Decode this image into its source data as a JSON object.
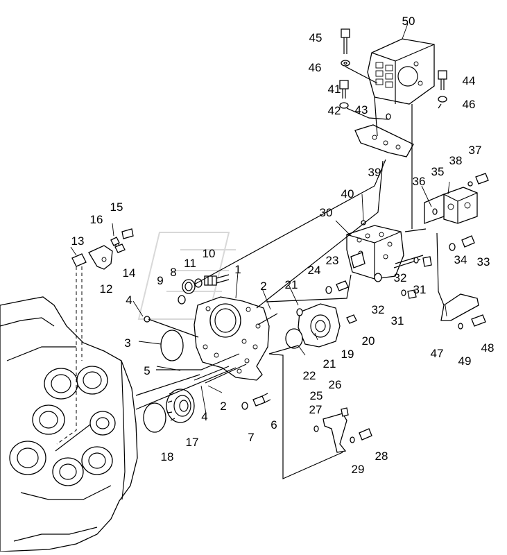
{
  "diagram": {
    "callouts": [
      "1",
      "2",
      "2",
      "3",
      "4",
      "4",
      "5",
      "6",
      "7",
      "8",
      "9",
      "10",
      "11",
      "12",
      "13",
      "14",
      "15",
      "16",
      "17",
      "18",
      "19",
      "20",
      "21",
      "21",
      "22",
      "23",
      "24",
      "25",
      "26",
      "27",
      "28",
      "29",
      "30",
      "31",
      "31",
      "32",
      "32",
      "33",
      "34",
      "35",
      "36",
      "37",
      "38",
      "39",
      "40",
      "41",
      "42",
      "43",
      "44",
      "45",
      "46",
      "46",
      "47",
      "48",
      "49",
      "50"
    ]
  }
}
